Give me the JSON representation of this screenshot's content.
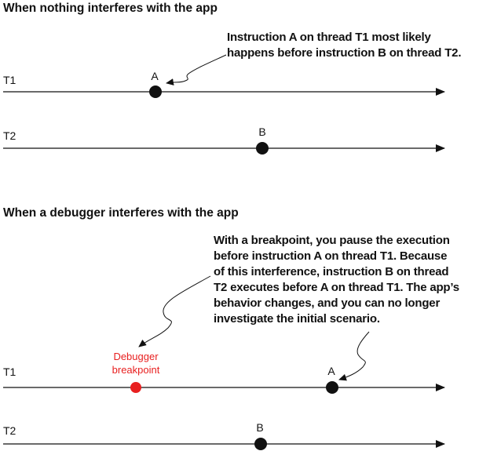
{
  "scenario_normal": {
    "title": "When nothing interferes with the app",
    "callout_lines": [
      "Instruction A  on thread T1  most likely",
      "happens before instruction B on thread T2."
    ],
    "thread1_label": "T1",
    "thread2_label": "T2",
    "point_a_label": "A",
    "point_b_label": "B"
  },
  "scenario_debugger": {
    "title": "When a debugger interferes with the app",
    "callout_lines": [
      "With a breakpoint, you pause the execution",
      "before instruction A on thread T1. Because",
      "of this interference, instruction B on thread",
      "T2 executes before A on thread T1. The app’s",
      "behavior changes, and you can no longer",
      "investigate the initial scenario."
    ],
    "breakpoint_label_lines": [
      "Debugger",
      "breakpoint"
    ],
    "breakpoint_color": "#e82020",
    "thread1_label": "T1",
    "thread2_label": "T2",
    "point_a_label": "A",
    "point_b_label": "B"
  }
}
